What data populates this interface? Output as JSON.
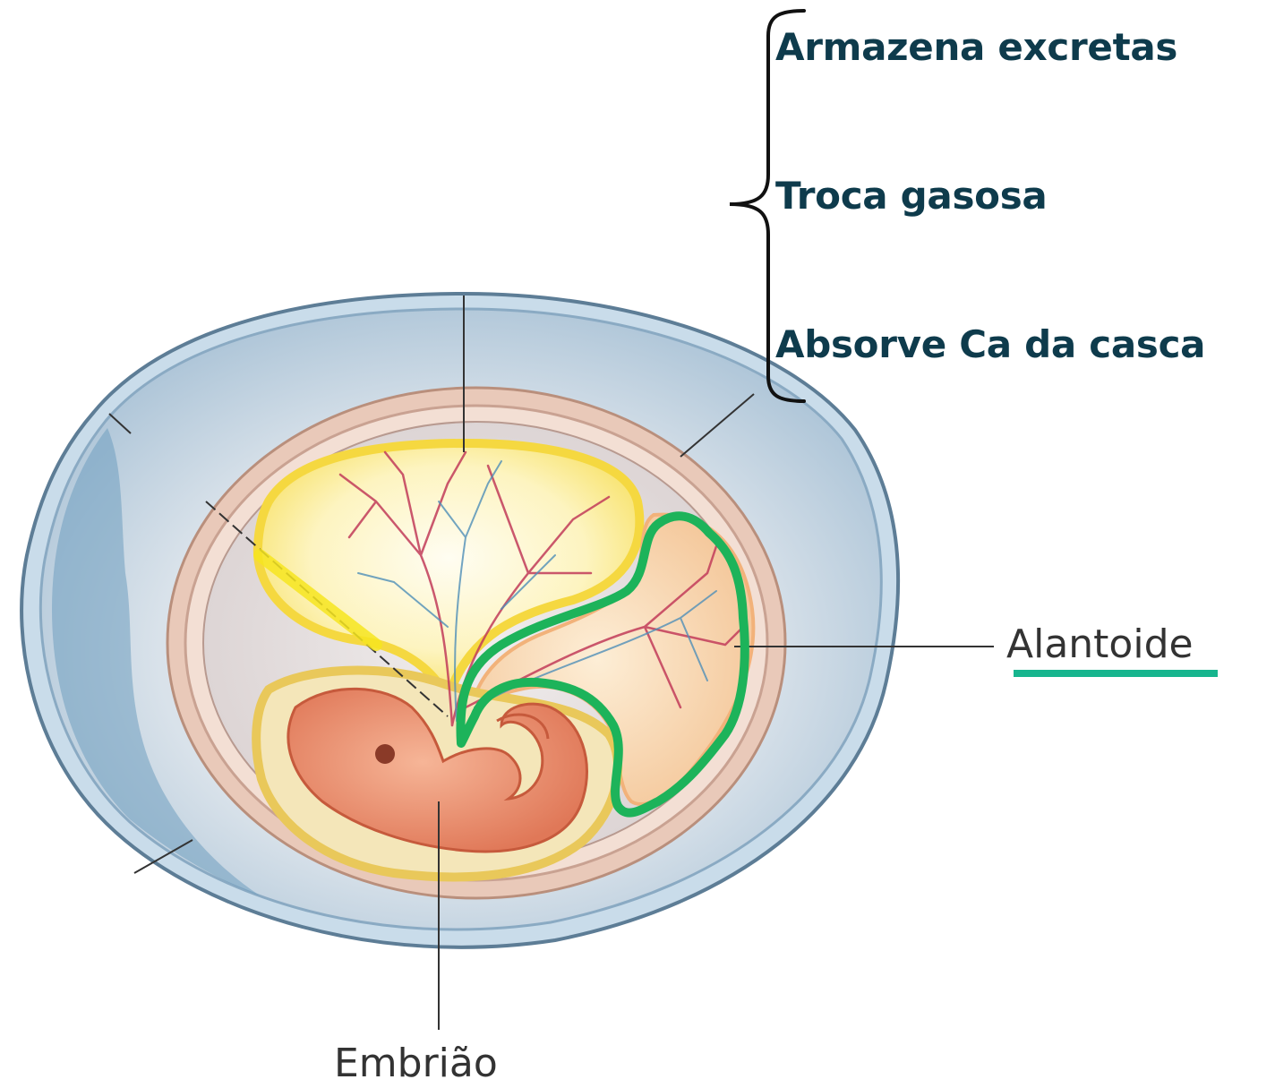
{
  "functions": {
    "items": [
      "Armazena excretas",
      "Troca gasosa",
      "Absorve Ca da casca"
    ]
  },
  "labels": {
    "alantoide": "Alantoide",
    "embriao": "Embrião"
  },
  "colors": {
    "text_dark": "#0e3b4c",
    "label_text": "#333333",
    "highlight_green": "#1db35a",
    "underline_teal": "#17b58e",
    "shell_blue": "#8fb3cd",
    "albumen": "#d3dde8",
    "yolk_yellow": "#fbe98a",
    "embryo": "#ea8a68"
  }
}
